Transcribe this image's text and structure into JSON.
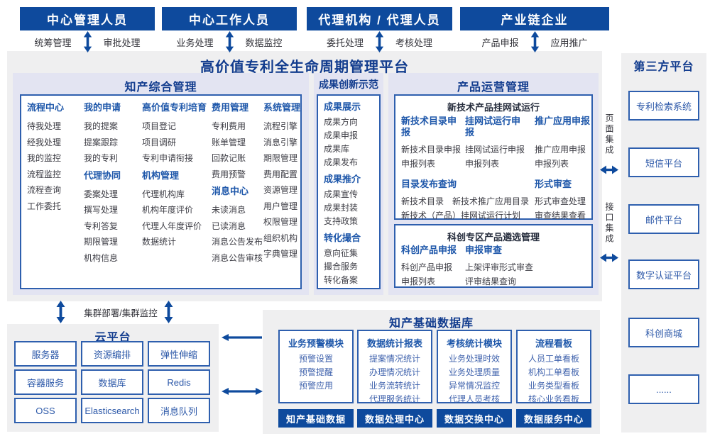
{
  "colors": {
    "primary_blue": "#0e4a9d",
    "border_blue": "#2e5fae",
    "title_navy": "#123c8e",
    "header_blue": "#1e57aa",
    "item_dark": "#3c3c44",
    "item_blue": "#4063ad",
    "panel_gray": "#efeff0",
    "panel_lavender": "#e3e4f2"
  },
  "actors": [
    {
      "title": "中心管理人员",
      "left_label": "统筹管理",
      "right_label": "审批处理"
    },
    {
      "title": "中心工作人员",
      "left_label": "业务处理",
      "right_label": "数据监控"
    },
    {
      "title": "代理机构 / 代理人员",
      "left_label": "委托处理",
      "right_label": "考核处理"
    },
    {
      "title": "产业链企业",
      "left_label": "产品申报",
      "right_label": "应用推广"
    }
  ],
  "platform": {
    "title": "高价值专利全生命周期管理平台",
    "ip": {
      "title": "知产综合管理",
      "columns": [
        {
          "sections": [
            {
              "header": "流程中心",
              "items": [
                "待我处理",
                "经我处理",
                "我的监控",
                "流程监控",
                "流程查询",
                "工作委托"
              ]
            }
          ]
        },
        {
          "sections": [
            {
              "header": "我的申请",
              "items": [
                "我的提案",
                "提案跟踪",
                "我的专利"
              ]
            },
            {
              "header": "代理协同",
              "items": [
                "委案处理",
                "撰写处理",
                "专利答复",
                "期限管理",
                "机构信息"
              ]
            }
          ]
        },
        {
          "sections": [
            {
              "header": "高价值专利培育",
              "items": [
                "项目登记",
                "项目调研",
                "专利申请衔接"
              ]
            },
            {
              "header": "机构管理",
              "items": [
                "代理机构库",
                "机构年度评价",
                "代理人年度评价",
                "数据统计"
              ]
            }
          ]
        },
        {
          "sections": [
            {
              "header": "费用管理",
              "items": [
                "专利费用",
                "账单管理",
                "回款记账",
                "费用预警"
              ]
            },
            {
              "header": "消息中心",
              "items": [
                "未读消息",
                "已读消息",
                "消息公告发布",
                "消息公告审核"
              ]
            }
          ]
        },
        {
          "sections": [
            {
              "header": "系统管理",
              "items": [
                "流程引擎",
                "消息引擎",
                "期限管理",
                "费用配置",
                "资源管理",
                "用户管理",
                "权限管理",
                "组织机构",
                "字典管理"
              ]
            }
          ]
        }
      ]
    },
    "innovation": {
      "title": "成果创新示范",
      "sections": [
        {
          "header": "成果展示",
          "items": [
            "成果方向",
            "成果申报",
            "成果库",
            "成果发布"
          ]
        },
        {
          "header": "成果推介",
          "items": [
            "成果宣传",
            "成果封装",
            "支持政策"
          ]
        },
        {
          "header": "转化撮合",
          "items": [
            "意向征集",
            "撮合服务",
            "转化备案"
          ]
        }
      ]
    },
    "product_ops": {
      "title": "产品运营管理",
      "box1": {
        "title": "新技术产品挂网试运行",
        "columns": [
          {
            "header": "新技术目录申报",
            "items": [
              "新技术目录申报",
              "申报列表"
            ]
          },
          {
            "header": "挂网试运行申报",
            "items": [
              "挂网试运行申报",
              "申报列表"
            ]
          },
          {
            "header": "推广应用申报",
            "items": [
              "推广应用申报",
              "申报列表"
            ]
          }
        ],
        "catalog": {
          "header": "目录发布查询",
          "row1": [
            "新技术目录",
            "新技术推广应用目录"
          ],
          "row2": "新技术（产品）挂网试运行计划"
        },
        "review": {
          "header": "形式审查",
          "items": [
            "形式审查处理",
            "审查结果查看"
          ]
        }
      },
      "box2": {
        "title": "科创专区产品遴选管理",
        "columns": [
          {
            "header": "科创产品申报",
            "items": [
              "科创产品申报",
              "申报列表"
            ]
          },
          {
            "header": "申报审查",
            "items": [
              "上架评审形式审查",
              "评审结果查询"
            ]
          }
        ]
      }
    }
  },
  "third_party": {
    "title": "第三方平台",
    "items": [
      "专利检索系统",
      "短信平台",
      "邮件平台",
      "数字认证平台",
      "科创商城",
      "......"
    ],
    "page_integration": "页面集成",
    "api_integration": "接口集成"
  },
  "cluster_label": "集群部署/集群监控",
  "cloud": {
    "title": "云平台",
    "items": [
      "服务器",
      "资源编排",
      "弹性伸缩",
      "容器服务",
      "数据库",
      "Redis",
      "OSS",
      "Elasticsearch",
      "消息队列"
    ]
  },
  "database": {
    "title": "知产基础数据库",
    "modules": [
      {
        "header": "业务预警模块",
        "items": [
          "预警设置",
          "预警提醒",
          "预警应用"
        ]
      },
      {
        "header": "数据统计报表",
        "items": [
          "提案情况统计",
          "办理情况统计",
          "业务流转统计",
          "代理服务统计"
        ]
      },
      {
        "header": "考核统计模块",
        "items": [
          "业务处理时效",
          "业务处理质量",
          "异常情况监控",
          "代理人员考核"
        ]
      },
      {
        "header": "流程看板",
        "items": [
          "人员工单看板",
          "机构工单看板",
          "业务类型看板",
          "核心业务看板"
        ]
      }
    ],
    "bars": [
      "知产基础数据",
      "数据处理中心",
      "数据交换中心",
      "数据服务中心"
    ]
  }
}
